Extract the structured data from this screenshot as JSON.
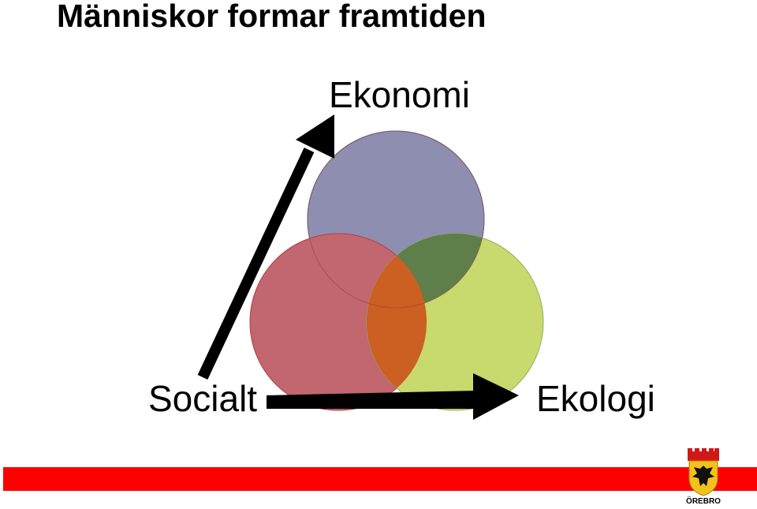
{
  "slide": {
    "title": "Människor formar framtiden"
  },
  "diagram": {
    "labels": {
      "top": "Ekonomi",
      "bottom_left": "Socialt",
      "bottom_right": "Ekologi"
    },
    "circle_colors": {
      "ekonomi": "#8e8eb0",
      "socialt": "#c2666f",
      "ekologi": "#c8d96e"
    },
    "overlap_colors": {
      "ekonomi_ekologi": "#5f7f4a",
      "socialt_ekologi": "#cc5f22"
    },
    "arrows": [
      "socialt-to-ekonomi",
      "socialt-to-ekologi"
    ]
  },
  "footer": {
    "bar_color": "#ff0000",
    "logo": {
      "icon": "orebro-coat-of-arms",
      "text": "ÖREBRO"
    }
  }
}
